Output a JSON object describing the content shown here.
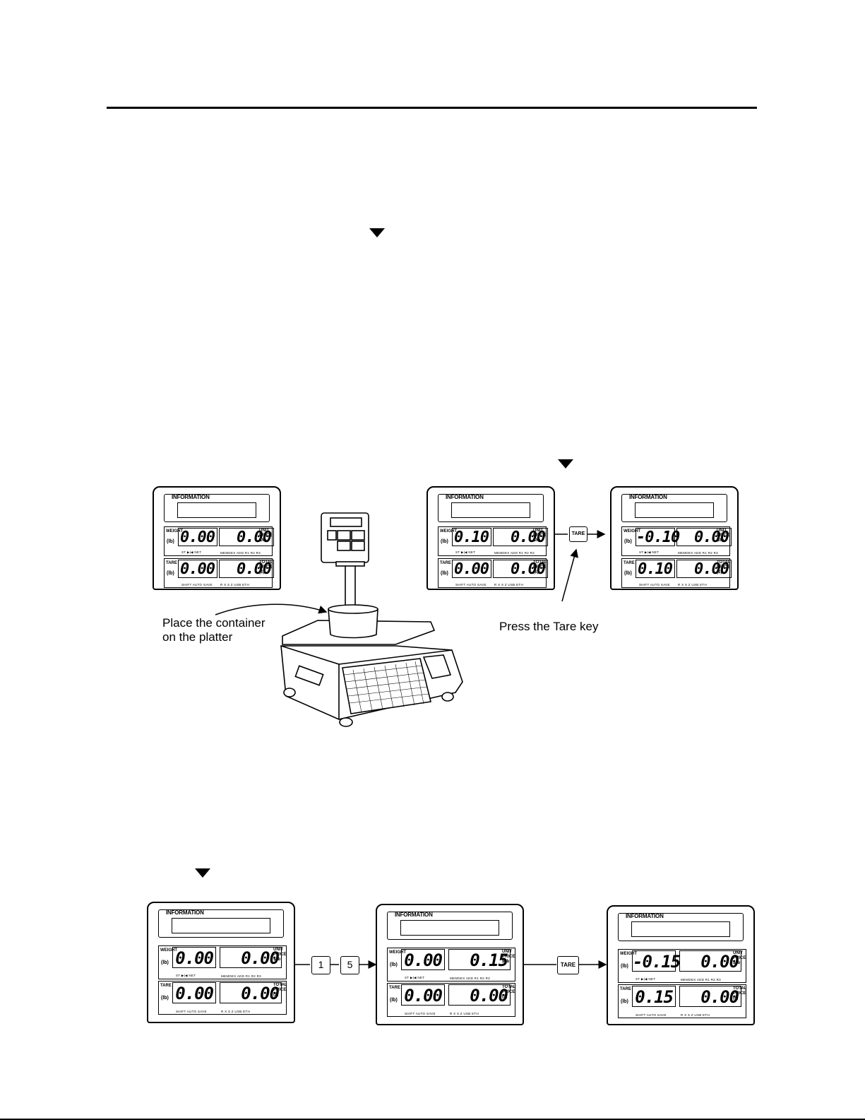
{
  "captions": {
    "place_container_line1": "Place the container",
    "place_container_line2": "on the platter",
    "press_tare": "Press the Tare key"
  },
  "keys": {
    "tare": "TARE",
    "one": "1",
    "five": "5"
  },
  "lcd_labels": {
    "information": "INFORMATION",
    "weight": "WEIGHT",
    "weight_unit": "(lb)",
    "tare": "TARE",
    "tare_unit": "(lb)",
    "unit_price": "UNIT PRICE",
    "unit_price_unit": "$/lb",
    "total_price": "TOTAL PRICE",
    "total_price_unit": "($)",
    "weight_sub": "ST  ▶|◀  NET",
    "unit_sub": "MEMDEX  ADD R1  R2  R3",
    "tare_sub": "SHIFT    AUTO SAVE",
    "total_sub": "R   X   S   Z     USB ETH"
  },
  "panels": [
    {
      "weight": "0.00",
      "unit_price": "0.00",
      "tare": "0.00",
      "total_price": "0.00"
    },
    {
      "weight": "0.10",
      "unit_price": "0.00",
      "tare": "0.00",
      "total_price": "0.00"
    },
    {
      "weight": "-0.10",
      "unit_price": "0.00",
      "tare": "0.10",
      "total_price": "0.00"
    },
    {
      "weight": "0.00",
      "unit_price": "0.00",
      "tare": "0.00",
      "total_price": "0.00"
    },
    {
      "weight": "0.00",
      "unit_price": "0.15",
      "tare": "0.00",
      "total_price": "0.00"
    },
    {
      "weight": "-0.15",
      "unit_price": "0.00",
      "tare": "0.15",
      "total_price": "0.00"
    }
  ]
}
